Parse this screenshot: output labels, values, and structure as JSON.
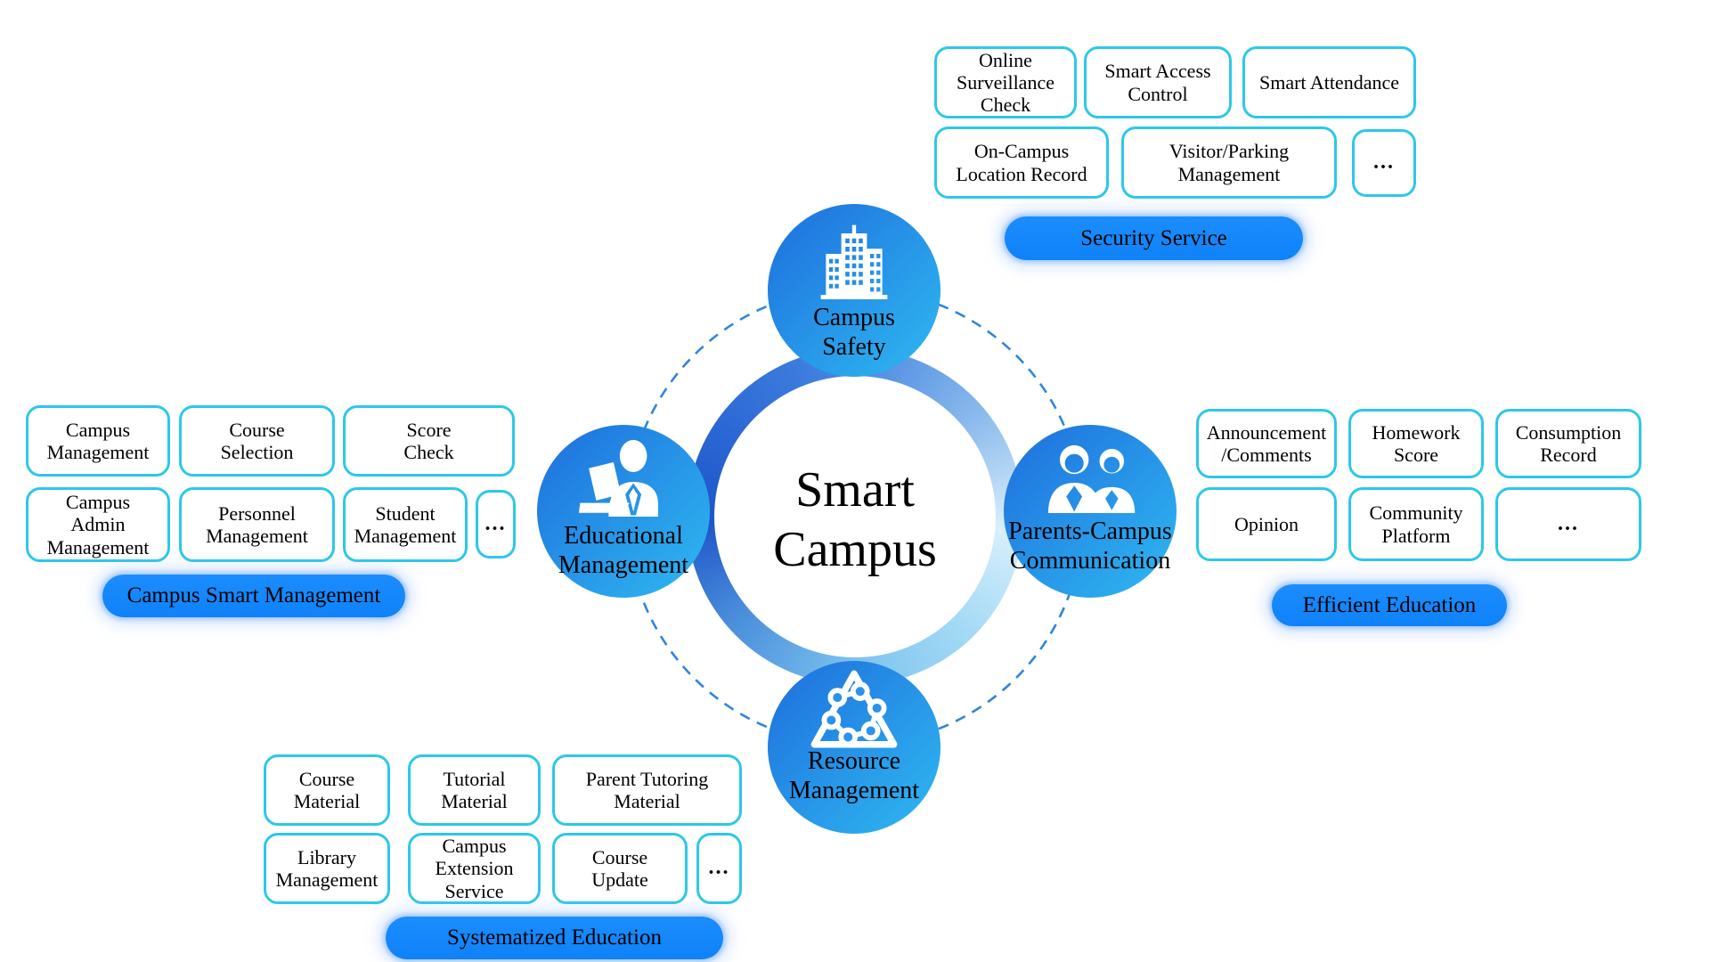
{
  "title": {
    "lines": [
      "Smart",
      "Campus"
    ]
  },
  "colors": {
    "pill_blue": "#1487fb",
    "box_border_cyan": "#2cc8e9",
    "dashed_circle_blue": "#2f85dc",
    "node_gradient_start": "#1e6edd",
    "node_gradient_end": "#2fb9f1",
    "ring_darkest": "#1e55c9",
    "ring_lightest": "#d9effc",
    "text": "#000000"
  },
  "circles": [
    {
      "id": "campus-safety",
      "icon": "building-icon",
      "lines": [
        "Campus",
        "Safety"
      ]
    },
    {
      "id": "educational-management",
      "icon": "person-laptop-icon",
      "lines": [
        "Educational",
        "Management"
      ]
    },
    {
      "id": "parents-campus-communication",
      "icon": "parents-icon",
      "lines": [
        "Parents-Campus",
        "Communication"
      ]
    },
    {
      "id": "resource-management",
      "icon": "network-icon",
      "lines": [
        "Resource",
        "Management"
      ]
    }
  ],
  "groups": [
    {
      "id": "security-service",
      "pill_label": "Security Service",
      "boxes": [
        {
          "lines": [
            "Online",
            "Surveillance",
            "Check"
          ]
        },
        {
          "lines": [
            "Smart Access",
            "Control"
          ]
        },
        {
          "lines": [
            "Smart Attendance"
          ]
        },
        {
          "lines": [
            "On-Campus",
            "Location Record"
          ]
        },
        {
          "lines": [
            "Visitor/Parking",
            "Management"
          ]
        },
        {
          "lines": [
            "..."
          ]
        }
      ]
    },
    {
      "id": "campus-smart-management",
      "pill_label": "Campus Smart Management",
      "boxes": [
        {
          "lines": [
            "Campus",
            "Management"
          ]
        },
        {
          "lines": [
            "Course",
            "Selection"
          ]
        },
        {
          "lines": [
            "Score",
            "Check"
          ]
        },
        {
          "lines": [
            "Campus",
            "Admin",
            "Management"
          ]
        },
        {
          "lines": [
            "Personnel",
            "Management"
          ]
        },
        {
          "lines": [
            "Student",
            "Management"
          ]
        },
        {
          "lines": [
            "..."
          ]
        }
      ]
    },
    {
      "id": "efficient-education",
      "pill_label": "Efficient Education",
      "boxes": [
        {
          "lines": [
            "Announcement",
            "/Comments"
          ]
        },
        {
          "lines": [
            "Homework",
            "Score"
          ]
        },
        {
          "lines": [
            "Consumption",
            "Record"
          ]
        },
        {
          "lines": [
            "Opinion"
          ]
        },
        {
          "lines": [
            "Community",
            "Platform"
          ]
        },
        {
          "lines": [
            "..."
          ]
        }
      ]
    },
    {
      "id": "systematized-education",
      "pill_label": "Systematized Education",
      "boxes": [
        {
          "lines": [
            "Course",
            "Material"
          ]
        },
        {
          "lines": [
            "Tutorial",
            "Material"
          ]
        },
        {
          "lines": [
            "Parent Tutoring",
            "Material"
          ]
        },
        {
          "lines": [
            "Library",
            "Management"
          ]
        },
        {
          "lines": [
            "Campus",
            "Extension",
            "Service"
          ]
        },
        {
          "lines": [
            "Course",
            "Update"
          ]
        },
        {
          "lines": [
            "..."
          ]
        }
      ]
    }
  ]
}
